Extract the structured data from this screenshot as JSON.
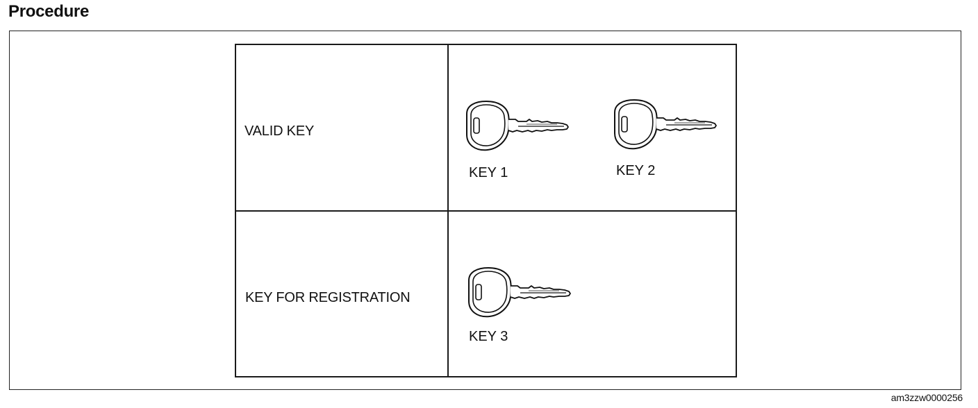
{
  "heading": "Procedure",
  "table": {
    "rows": [
      {
        "label": "VALID KEY",
        "keys": [
          {
            "caption": "KEY 1",
            "icon": "key-icon"
          },
          {
            "caption": "KEY 2",
            "icon": "key-icon"
          }
        ]
      },
      {
        "label": "KEY FOR REGISTRATION",
        "keys": [
          {
            "caption": "KEY 3",
            "icon": "key-icon"
          }
        ]
      }
    ]
  },
  "reference_code": "am3zzw0000256"
}
